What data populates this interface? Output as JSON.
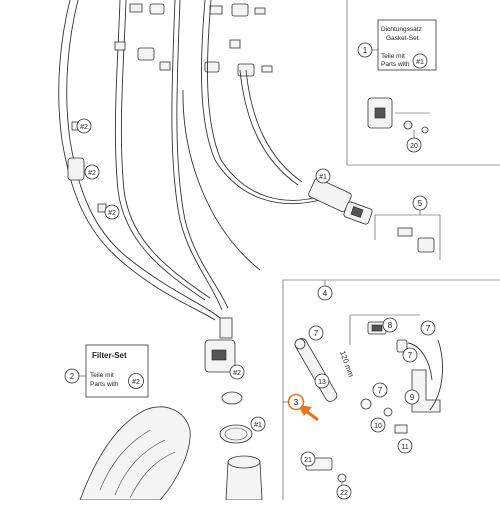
{
  "callouts": {
    "c1": "1",
    "c2": "2",
    "c3": "3",
    "c4": "4",
    "c5": "5",
    "c7a": "7",
    "c7b": "7",
    "c7c": "7",
    "c7d": "7",
    "c8": "8",
    "c9": "9",
    "c10": "10",
    "c11": "11",
    "c13": "13",
    "c20": "20",
    "c21": "21",
    "c22": "22",
    "c1ref_a": "#1",
    "c1ref_b": "#1",
    "c2ref_a": "#2",
    "c2ref_b": "#2",
    "c2ref_c": "#2",
    "c2ref_d": "#2"
  },
  "gasket_set_box": {
    "line1": "Dichtungssatz",
    "line2": "Gasket-Set",
    "line3": "Teile mit",
    "line4": "Parts with",
    "ref": "#1"
  },
  "filter_set_box": {
    "title": "Filter-Set",
    "line1": "Teile mit",
    "line2": "Parts with",
    "ref": "#2"
  },
  "dimension_label": "120 mm",
  "colors": {
    "highlight": "#e8741f",
    "line": "#333333"
  }
}
